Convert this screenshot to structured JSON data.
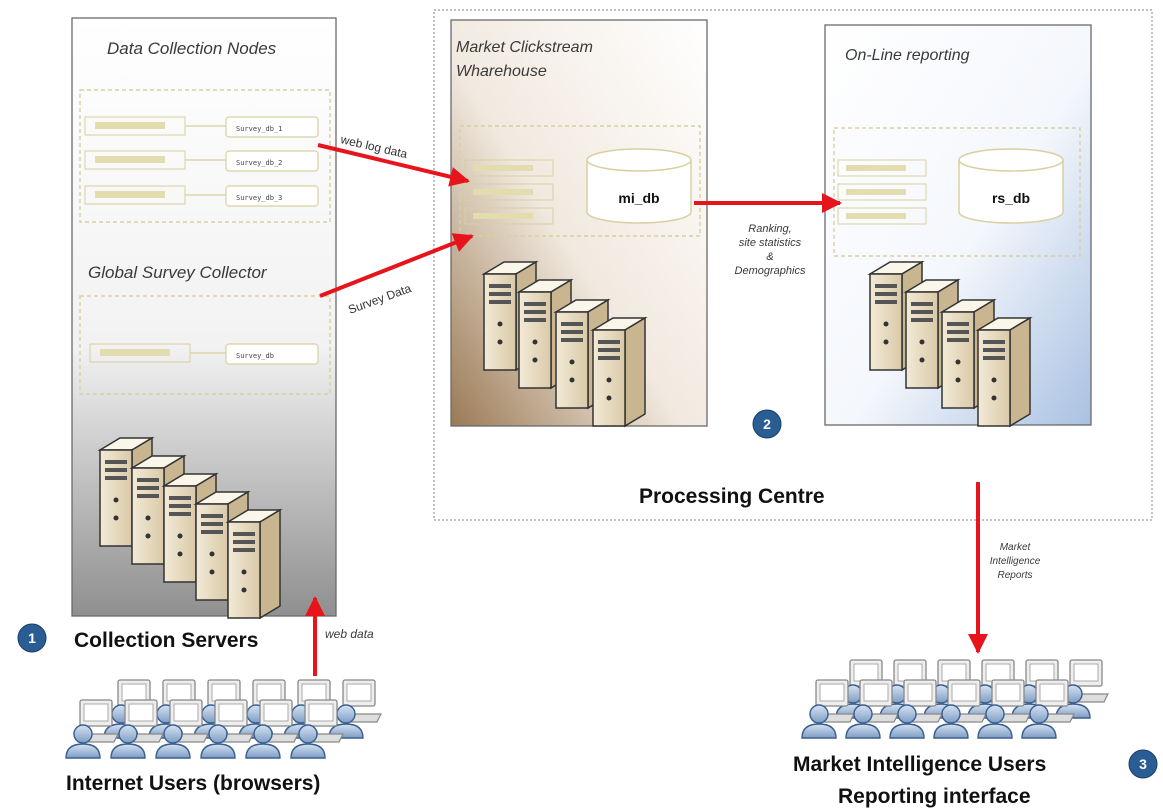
{
  "colors": {
    "arrow": "#e8141b",
    "badge": "#2a5d94",
    "panel_border": "#6a6a6a",
    "dash": "#d8d0a0",
    "collection_gradient_end": "#8f8f8f",
    "warehouse_gradient_end": "#9a7a55",
    "reporting_gradient_end": "#a9c1e2"
  },
  "icons": [
    "server-rack-icon",
    "database-icon",
    "user-workstation-icon",
    "arrow-icon"
  ],
  "collection": {
    "nodes_title": "Data Collection Nodes",
    "survey_title": "Global Survey Collector",
    "dbs": [
      "Survey_db_1",
      "Survey_db_2",
      "Survey_db_3"
    ],
    "survey_db": "Survey_db",
    "label": "Collection Servers",
    "badge": "1"
  },
  "warehouse": {
    "title_line1": "Market Clickstream",
    "title_line2": "Wharehouse",
    "db": "mi_db"
  },
  "reporting": {
    "title": "On-Line reporting",
    "db": "rs_db"
  },
  "processing": {
    "label": "Processing Centre",
    "badge": "2"
  },
  "flows": {
    "web_log": "web log data",
    "survey": "Survey Data",
    "ranking_lines": [
      "Ranking,",
      "site statistics",
      "&",
      "Demographics"
    ],
    "mi_reports_lines": [
      "Market",
      "Intelligence",
      "Reports"
    ],
    "web_data": "web data"
  },
  "users": {
    "internet_label": "Internet Users (browsers)",
    "mi_label_line1": "Market Intelligence Users",
    "mi_label_line2": "Reporting interface",
    "badge": "3"
  }
}
